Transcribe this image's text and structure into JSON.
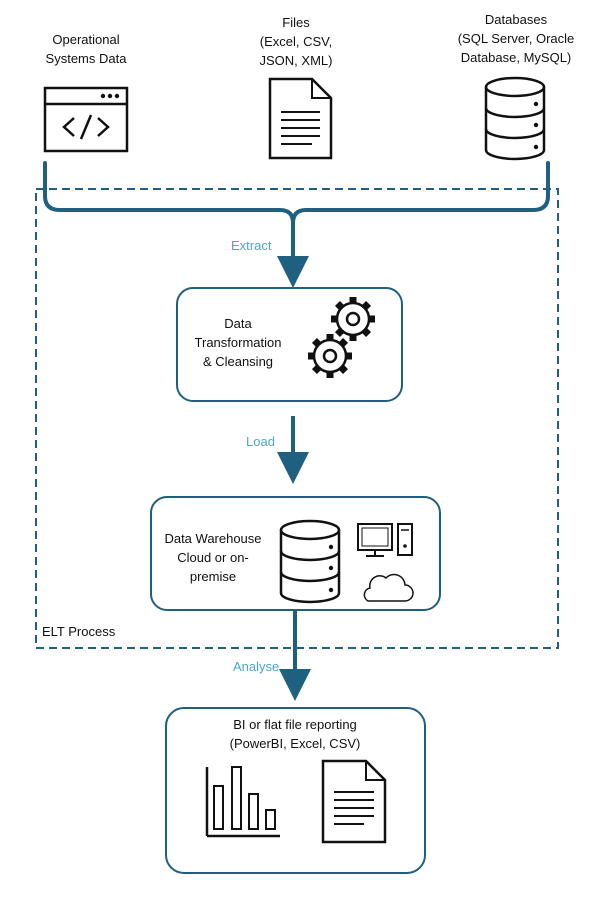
{
  "sources": {
    "operational": {
      "lines": [
        "Operational",
        "Systems Data"
      ],
      "icon": "code-window-icon"
    },
    "files": {
      "lines": [
        "Files",
        "(Excel, CSV,",
        "JSON, XML)"
      ],
      "icon": "document-icon"
    },
    "databases": {
      "lines": [
        "Databases",
        "(SQL Server, Oracle",
        "Database, MySQL)"
      ],
      "icon": "database-icon"
    }
  },
  "edges": {
    "extract": "Extract",
    "load": "Load",
    "analyse": "Analyse"
  },
  "transform": {
    "lines": [
      "Data",
      "Transformation",
      "& Cleansing"
    ],
    "icon": "gears-icon"
  },
  "warehouse": {
    "lines": [
      "Data Warehouse",
      "Cloud or on-",
      "premise"
    ],
    "icons": [
      "database-icon",
      "computer-icon",
      "cloud-icon"
    ]
  },
  "boundary": {
    "label": "ELT Process"
  },
  "reporting": {
    "lines": [
      "BI or flat file reporting",
      "(PowerBI, Excel, CSV)"
    ],
    "icons": [
      "bar-chart-icon",
      "document-icon"
    ]
  },
  "colors": {
    "accent": "#1f5f80",
    "label": "#4ea6c9",
    "line": "#1a1a1a"
  }
}
